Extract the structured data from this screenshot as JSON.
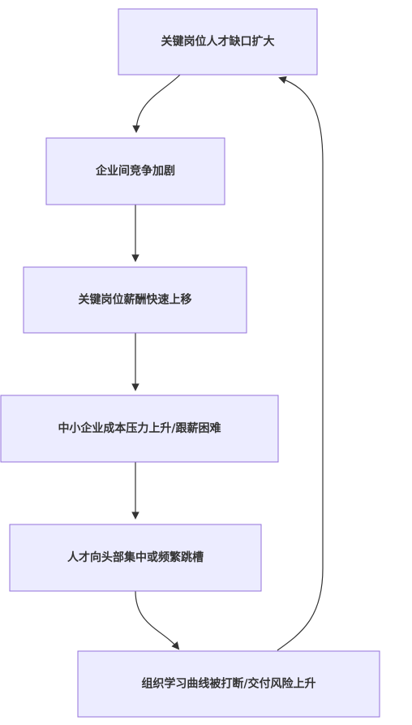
{
  "nodes": [
    {
      "id": "n1",
      "label": "关键岗位人才缺口扩大"
    },
    {
      "id": "n2",
      "label": "企业间竞争加剧"
    },
    {
      "id": "n3",
      "label": "关键岗位薪酬快速上移"
    },
    {
      "id": "n4",
      "label": "中小企业成本压力上升/跟薪困难"
    },
    {
      "id": "n5",
      "label": "人才向头部集中或频繁跳槽"
    },
    {
      "id": "n6",
      "label": "组织学习曲线被打断/交付风险上升"
    }
  ],
  "edges": [
    {
      "from": "n1",
      "to": "n2"
    },
    {
      "from": "n2",
      "to": "n3"
    },
    {
      "from": "n3",
      "to": "n4"
    },
    {
      "from": "n4",
      "to": "n5"
    },
    {
      "from": "n5",
      "to": "n6"
    },
    {
      "from": "n6",
      "to": "n1"
    }
  ],
  "colors": {
    "node_fill": "#ECECFF",
    "node_stroke": "#9370DB",
    "edge": "#333333",
    "text": "#333333"
  }
}
